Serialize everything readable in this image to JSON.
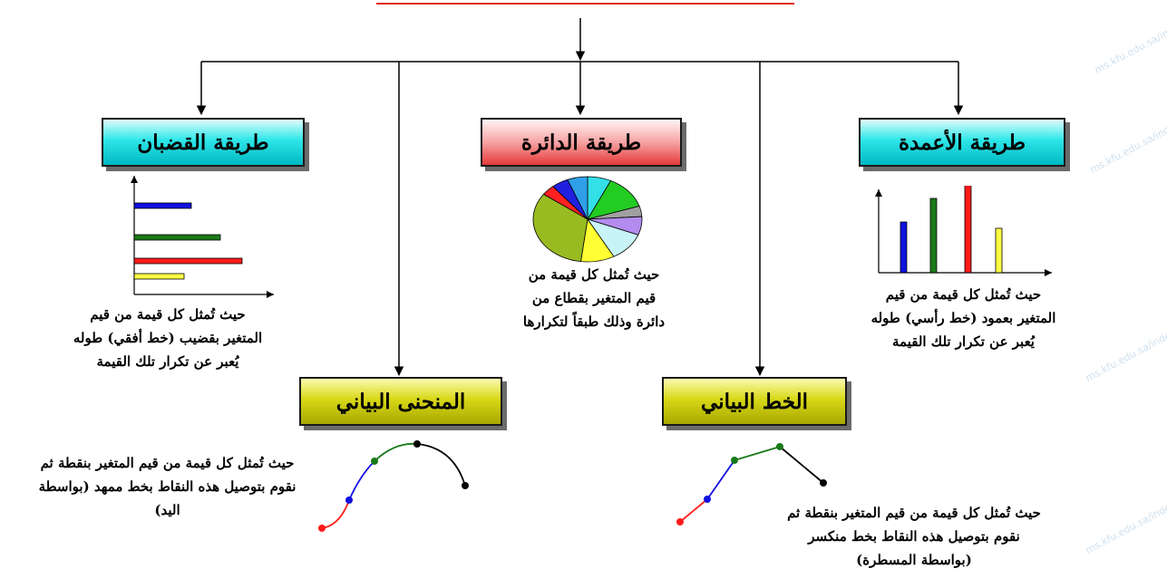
{
  "methods": {
    "columns": {
      "title": "طريقة الأعمدة",
      "desc": [
        "حيث تُمثل كل قيمة من قيم",
        "المتغير بعمود (خط رأسي) طوله",
        "يُعبر عن تكرار تلك القيمة"
      ]
    },
    "pie": {
      "title": "طريقة الدائرة",
      "desc": [
        "حيث تُمثل كل قيمة من",
        "قيم المتغير بقطاع من",
        "دائرة وذلك طبقاً لتكرارها"
      ]
    },
    "bars": {
      "title": "طريقة القضبان",
      "desc": [
        "حيث تُمثل كل قيمة من قيم",
        "المتغير بقضيب (خط أفقي) طوله",
        "يُعبر عن تكرار تلك القيمة"
      ]
    },
    "line": {
      "title": "الخط البياني",
      "desc": [
        "حيث تُمثل كل قيمة من قيم المتغير بنقطة ثم",
        "نقوم بتوصيل هذه النقاط بخط منكسر",
        "(بواسطة المسطرة)"
      ]
    },
    "curve": {
      "title": "المنحنى البياني",
      "desc": [
        "حيث تُمثل كل قيمة من قيم المتغير بنقطة ثم",
        "نقوم بتوصيل هذه النقاط بخط ممهد (بواسطة",
        "اليد)"
      ]
    }
  },
  "watermark": "ms.kfu.edu.sa/index.php",
  "colors": {
    "cyan": "#00b8c2",
    "pink": "#e53a3a",
    "yellow": "#c8c800",
    "blue": "#1010e0",
    "green": "#1a7a1a",
    "red": "#ff1a1a",
    "lightyellow": "#ffff44"
  }
}
